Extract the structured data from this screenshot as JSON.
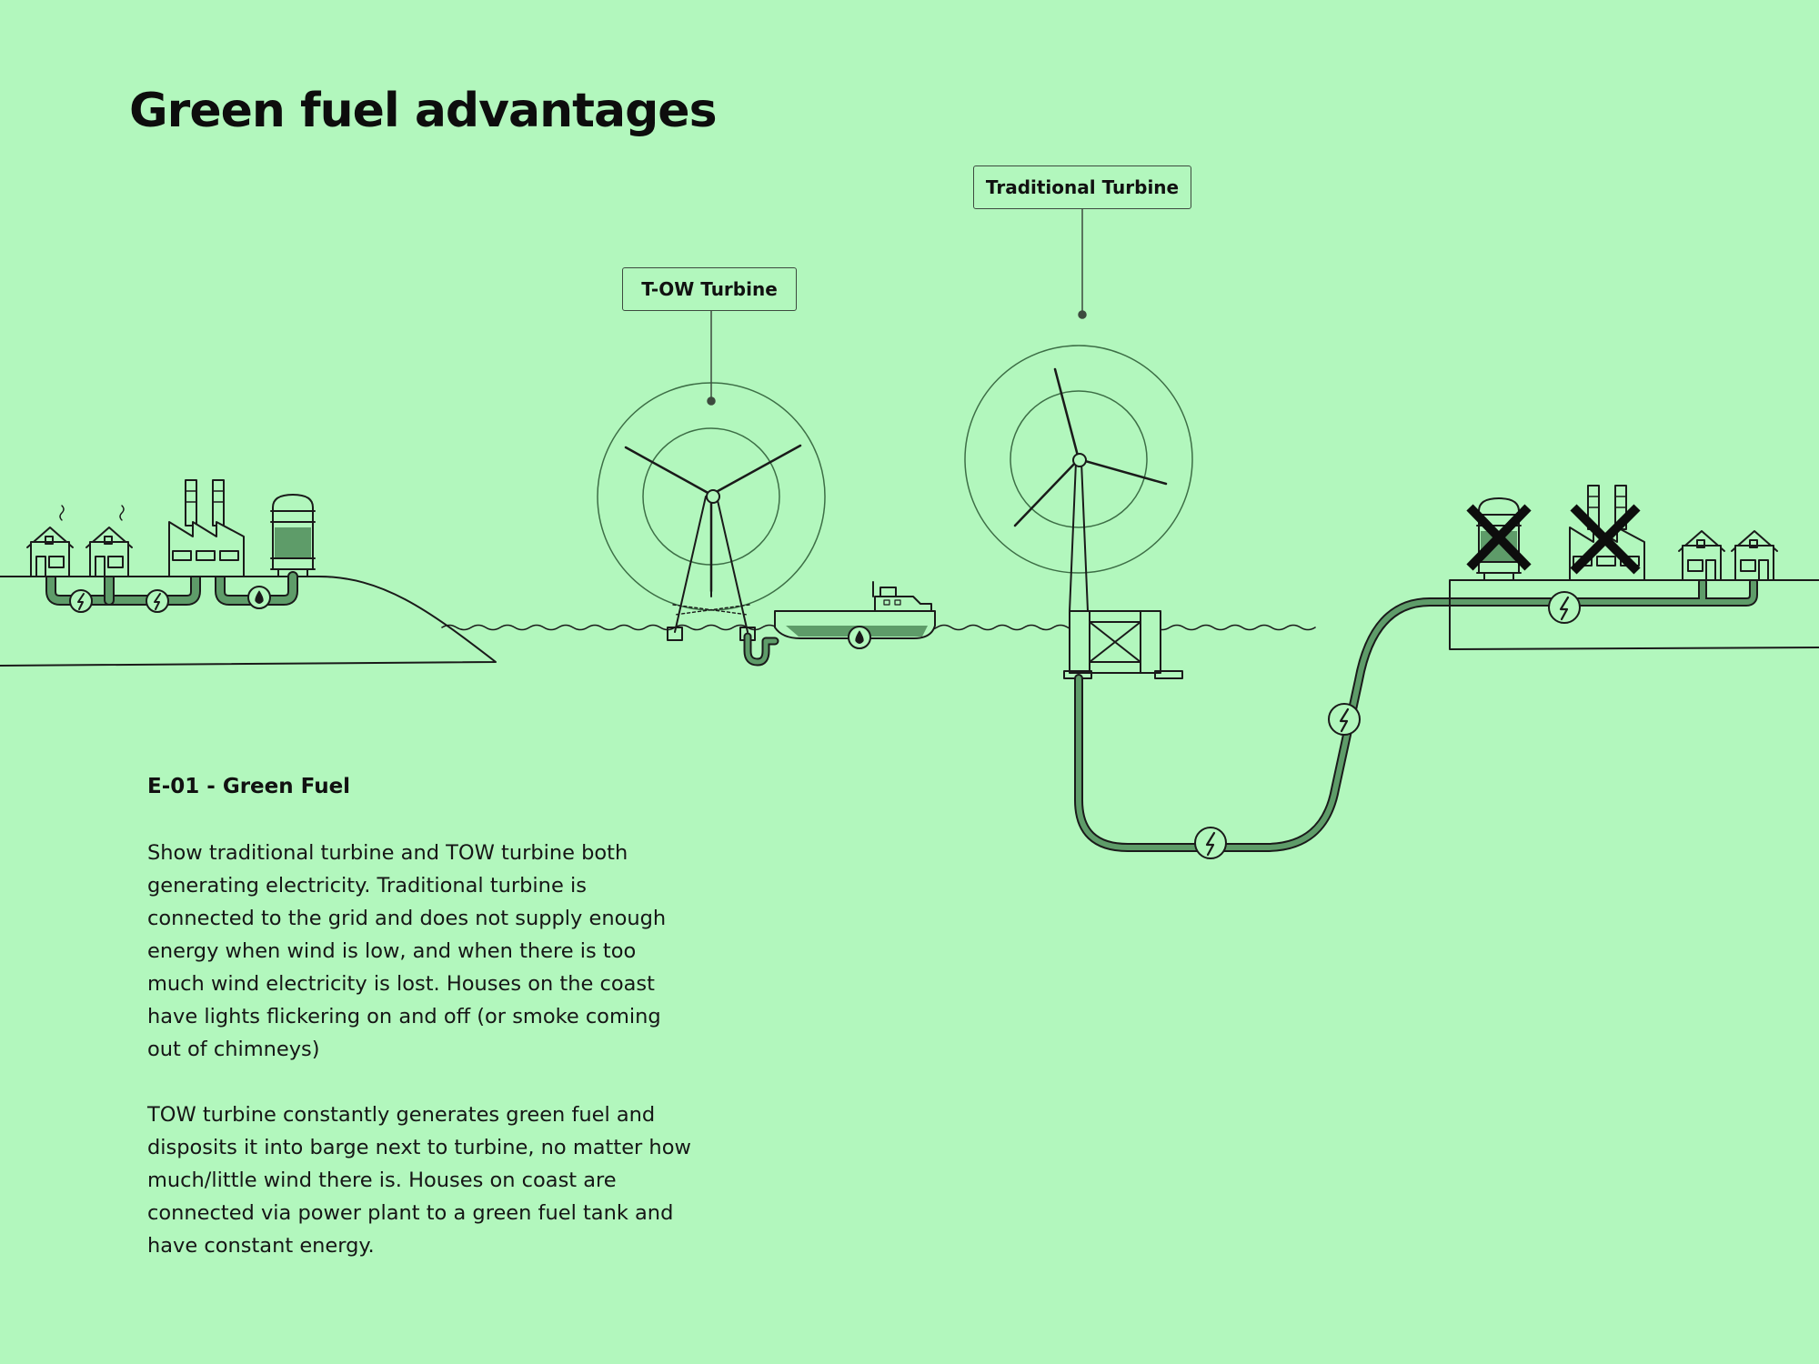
{
  "page": {
    "title": "Green fuel advantages",
    "background": "#b2f7bd",
    "line_color": "#1a1a1a",
    "pipe_color": "#5e9c69"
  },
  "labels": {
    "tow_turbine": "T-OW Turbine",
    "traditional_turbine": "Traditional Turbine"
  },
  "description": {
    "heading": "E-01 - Green Fuel",
    "paragraph_1": "Show traditional turbine and TOW turbine both generating electricity. Traditional turbine is connected to the grid and does not supply enough energy when wind is low, and when there is too much wind electricity is lost. Houses on the coast have lights flickering on and off (or smoke coming out of chimneys)",
    "paragraph_2": "TOW turbine constantly generates green fuel and disposits it into barge next to turbine, no matter how much/little wind there is. Houses on coast are connected via power plant to a green fuel tank and have constant energy."
  },
  "icons": {
    "electricity": "lightning-icon",
    "fuel": "droplet-icon",
    "disabled": "x-mark-icon"
  }
}
